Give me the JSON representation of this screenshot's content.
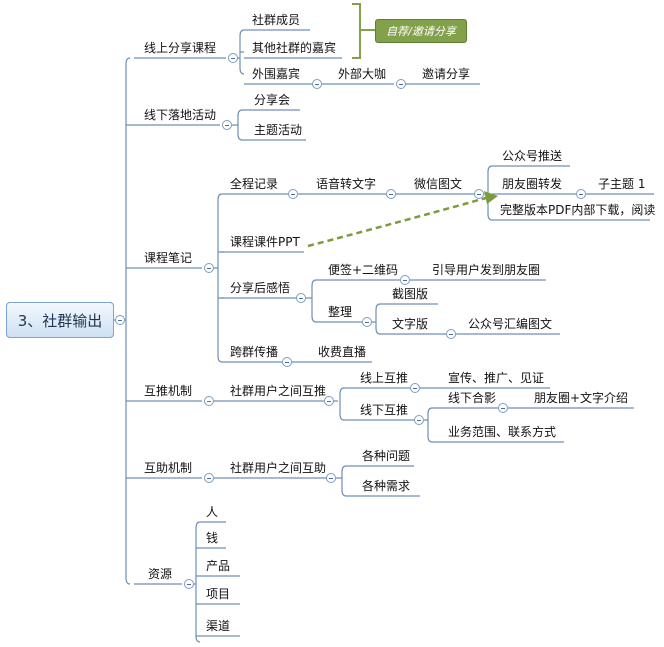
{
  "root": "3、社群输出",
  "callout": "自荐/邀请分享",
  "nodes": {
    "online_course": "线上分享课程",
    "members": "社群成员",
    "other_guests": "其他社群的嘉宾",
    "external_guest": "外围嘉宾",
    "external_expert": "外部大咖",
    "invite_share": "邀请分享",
    "offline_activity": "线下落地活动",
    "share_meeting": "分享会",
    "theme_activity": "主题活动",
    "course_notes": "课程笔记",
    "full_record": "全程记录",
    "speech_to_text": "语音转文字",
    "wechat_article": "微信图文",
    "official_push": "公众号推送",
    "moments_share": "朋友圈转发",
    "sub_topic": "子主题 1",
    "pdf_download": "完整版本PDF内部下载，阅读",
    "course_ppt": "课程课件PPT",
    "post_share_thoughts": "分享后感悟",
    "note_qr": "便签+二维码",
    "guide_moments": "引导用户发到朋友圈",
    "organize": "整理",
    "screenshot_version": "截图版",
    "text_version": "文字版",
    "official_compile": "公众号汇编图文",
    "cross_group": "跨群传播",
    "paid_live": "收费直播",
    "mutual_push": "互推机制",
    "user_mutual_push": "社群用户之间互推",
    "online_push": "线上互推",
    "promo": "宣传、推广、见证",
    "offline_push": "线下互推",
    "offline_photo": "线下合影",
    "moments_text": "朋友圈+文字介绍",
    "business_contact": "业务范围、联系方式",
    "mutual_help": "互助机制",
    "user_mutual_help": "社群用户之间互助",
    "questions": "各种问题",
    "needs": "各种需求",
    "resources": "资源",
    "people": "人",
    "money": "钱",
    "product": "产品",
    "project": "项目",
    "channel": "渠道"
  },
  "colors": {
    "line": "#6f8fb5",
    "dashed_arrow": "#7d9a3c",
    "callout_bg": "#82a14a"
  }
}
